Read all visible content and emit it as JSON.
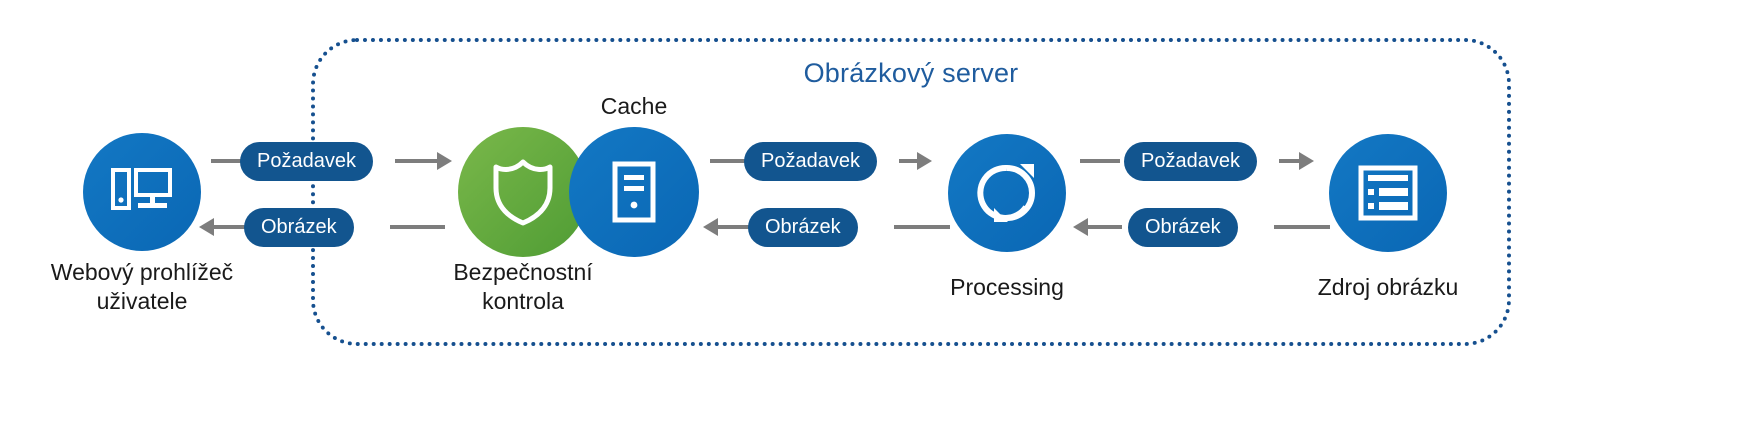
{
  "diagram": {
    "title": "Obrázkový server",
    "title_color": "#1f5c9e",
    "frame_style": "dotted-rounded-rectangle",
    "nodes": [
      {
        "id": "browser",
        "label": "Webový prohlížeč\nuživatele",
        "icon": "desktop-computer-icon",
        "color": "#0a67b4"
      },
      {
        "id": "security",
        "label": "Bezpečnostní\nkontrola",
        "icon": "shield-icon",
        "color": "#5ba33c"
      },
      {
        "id": "cache",
        "label": "Cache",
        "icon": "server-tower-icon",
        "color": "#0a67b4"
      },
      {
        "id": "processing",
        "label": "Processing",
        "icon": "sync-refresh-icon",
        "color": "#0a67b4"
      },
      {
        "id": "source",
        "label": "Zdroj obrázku",
        "icon": "window-list-icon",
        "color": "#0a67b4"
      }
    ],
    "connectors": [
      {
        "from": "browser",
        "to": "security",
        "request_label": "Požadavek",
        "response_label": "Obrázek"
      },
      {
        "from": "cache",
        "to": "processing",
        "request_label": "Požadavek",
        "response_label": "Obrázek"
      },
      {
        "from": "processing",
        "to": "source",
        "request_label": "Požadavek",
        "response_label": "Obrázek"
      }
    ]
  }
}
